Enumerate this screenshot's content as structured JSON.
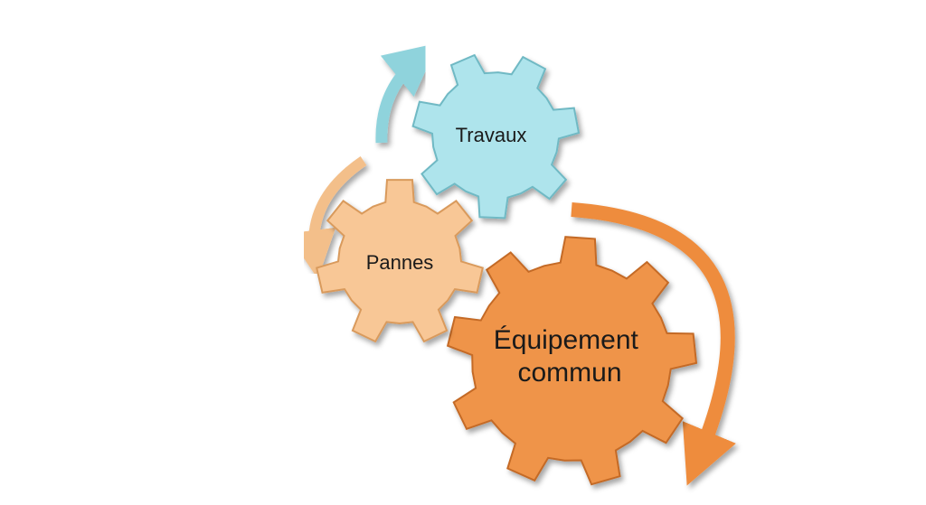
{
  "gears": [
    {
      "id": "travaux",
      "label_lines": [
        "Travaux"
      ],
      "fill": "#aee4ec",
      "stroke": "#6fb9c4",
      "arrow_color": "#8fd3dc"
    },
    {
      "id": "pannes",
      "label_lines": [
        "Pannes"
      ],
      "fill": "#f8c796",
      "stroke": "#d99a5c",
      "arrow_color": "#f3bf8a"
    },
    {
      "id": "equipement",
      "label_lines": [
        "Équipement",
        "commun"
      ],
      "fill": "#ef9448",
      "stroke": "#c46a26",
      "arrow_color": "#ee8c3d"
    }
  ]
}
